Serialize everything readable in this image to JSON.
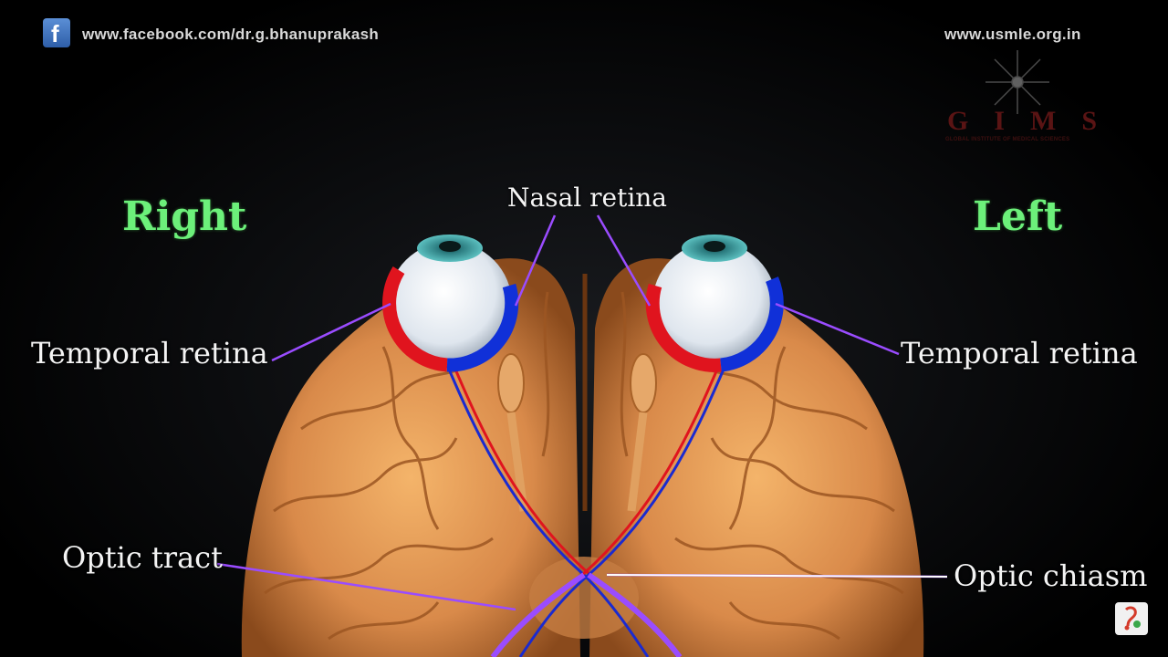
{
  "header": {
    "facebook_icon": "facebook-icon",
    "facebook_url": "www.facebook.com/dr.g.bhanuprakash",
    "site_url": "www.usmle.org.in"
  },
  "logo": {
    "letters": "GIMS",
    "subtitle": "GLOBAL INSTITUTE OF MEDICAL SCIENCES"
  },
  "sides": {
    "right": "Right",
    "left": "Left"
  },
  "labels": {
    "nasal_retina": "Nasal retina",
    "temporal_retina_right": "Temporal retina",
    "temporal_retina_left": "Temporal retina",
    "optic_tract": "Optic tract",
    "optic_chiasm": "Optic chiasm"
  },
  "colors": {
    "side_title": "#6cf07a",
    "temporal_retina": "#e0141e",
    "nasal_retina": "#1030d8",
    "leader_line": "#9a4cff",
    "brain": "#d98a4a",
    "iris": "#3a9aa0"
  },
  "corner_icon": "app-badge-icon"
}
